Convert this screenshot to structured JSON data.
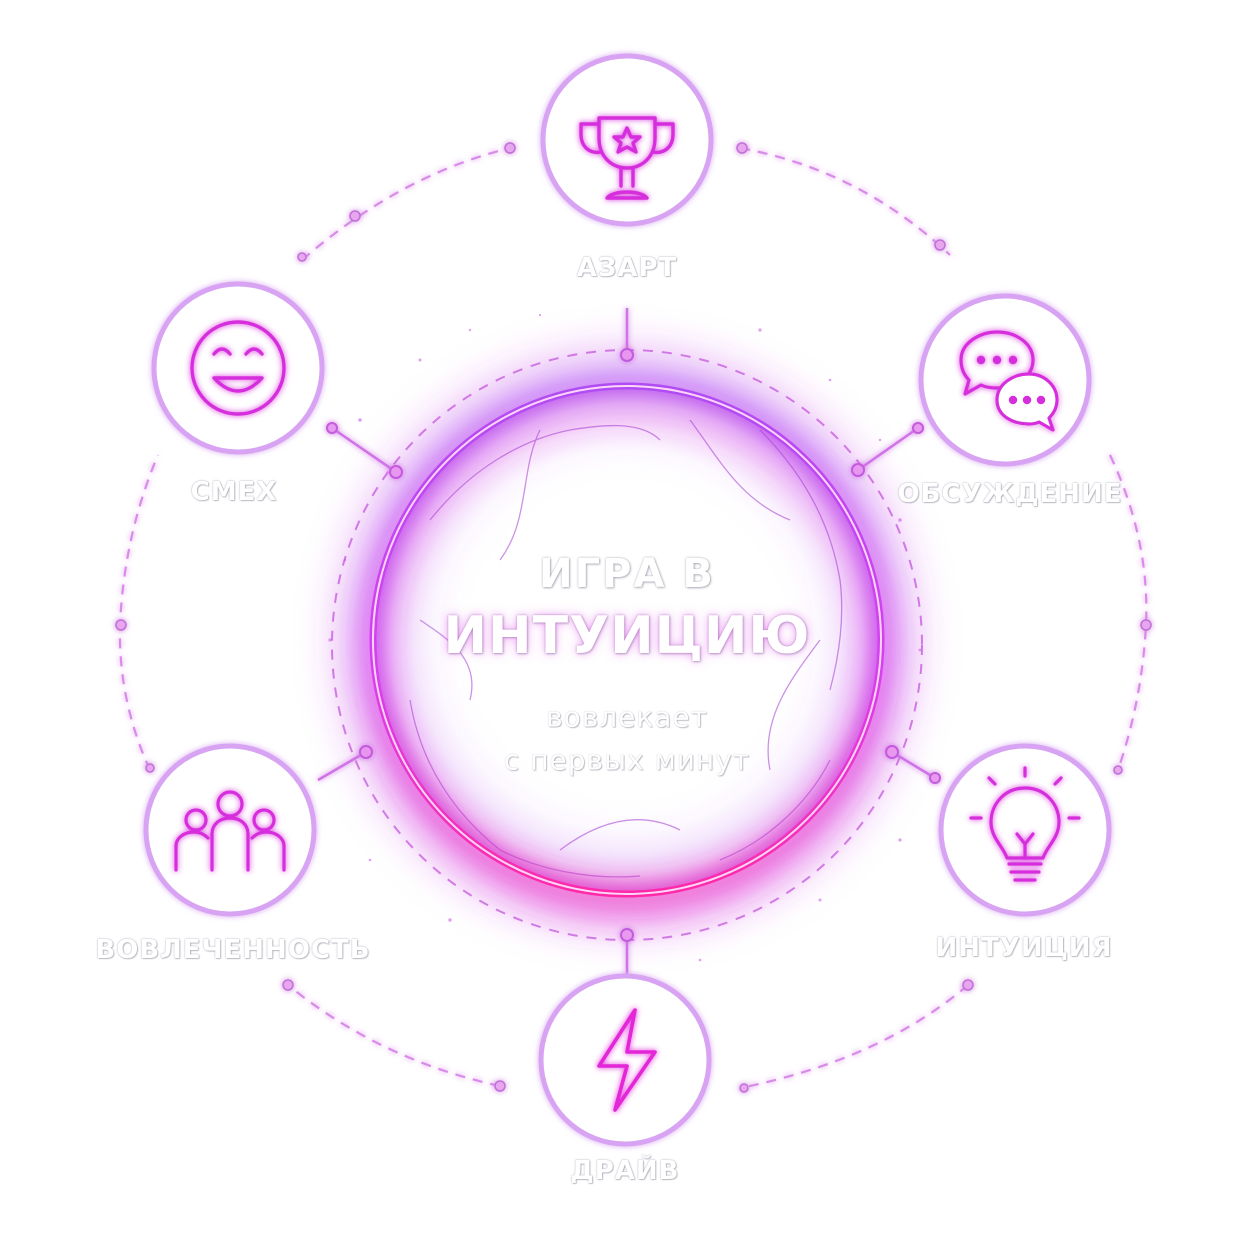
{
  "center": {
    "title_line1": "ИГРА В",
    "title_line2": "ИНТУИЦИЮ",
    "subtitle_line1": "вовлекает",
    "subtitle_line2": "с первых минут"
  },
  "nodes": [
    {
      "id": "azart",
      "label": "АЗАРТ",
      "icon": "trophy-icon"
    },
    {
      "id": "obsuzhdenie",
      "label": "ОБСУЖДЕНИЕ",
      "icon": "chat-bubbles-icon"
    },
    {
      "id": "intuitsiya",
      "label": "ИНТУИЦИЯ",
      "icon": "lightbulb-icon"
    },
    {
      "id": "drayv",
      "label": "ДРАЙВ",
      "icon": "lightning-icon"
    },
    {
      "id": "vovlechennost",
      "label": "ВОВЛЕЧЕННОСТЬ",
      "icon": "people-group-icon"
    },
    {
      "id": "smekh",
      "label": "СМЕХ",
      "icon": "smiley-icon"
    }
  ],
  "colors": {
    "accent": "#ff2fd6",
    "violet": "#a24ff0",
    "ring_outline": "#d49cf2",
    "connector": "#d27de6",
    "label_fill": "#ffffff"
  }
}
